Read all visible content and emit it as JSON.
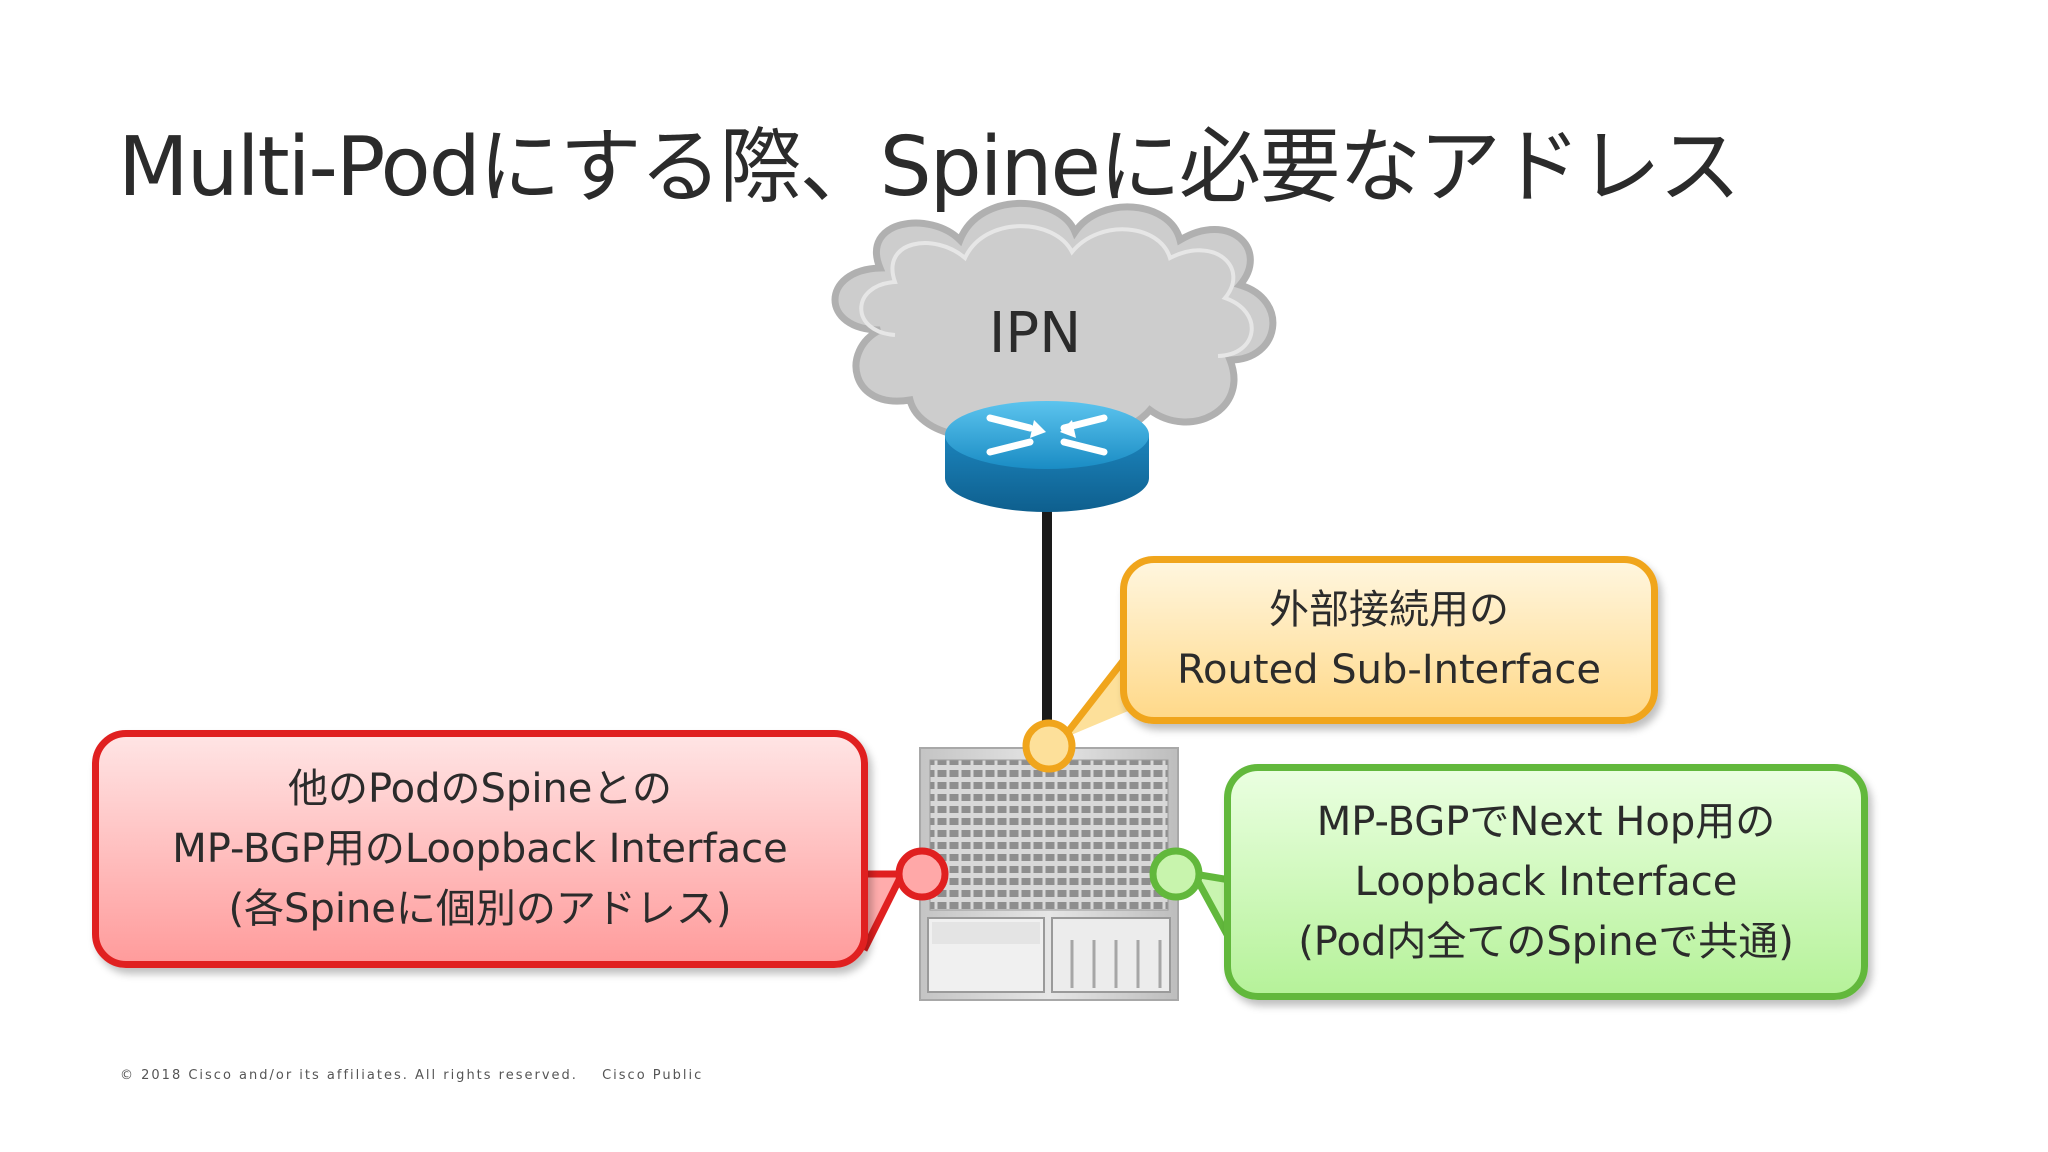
{
  "title": "Multi-Podにする際、Spineに必要なアドレス",
  "cloud": {
    "label": "IPN"
  },
  "callouts": {
    "external": {
      "lines": [
        "外部接続用の",
        "Routed Sub-Interface"
      ]
    },
    "mpbgp": {
      "lines": [
        "他のPodのSpineとの",
        "MP-BGP用のLoopback Interface",
        "(各Spineに個別のアドレス)"
      ]
    },
    "nexthop": {
      "lines": [
        "MP-BGPでNext Hop用の",
        "Loopback Interface",
        "(Pod内全てのSpineで共通)"
      ]
    }
  },
  "footer": {
    "copyright": "© 2018 Cisco and/or its affiliates. All rights reserved.",
    "classification": "Cisco Public"
  },
  "colors": {
    "orange": "#f0a51c",
    "red": "#e02020",
    "green": "#62b83c",
    "router_blue": "#1e90c8",
    "cloud_gray": "#c8c8c8"
  },
  "icons": [
    "cloud-icon",
    "router-icon",
    "spine-switch-icon"
  ]
}
